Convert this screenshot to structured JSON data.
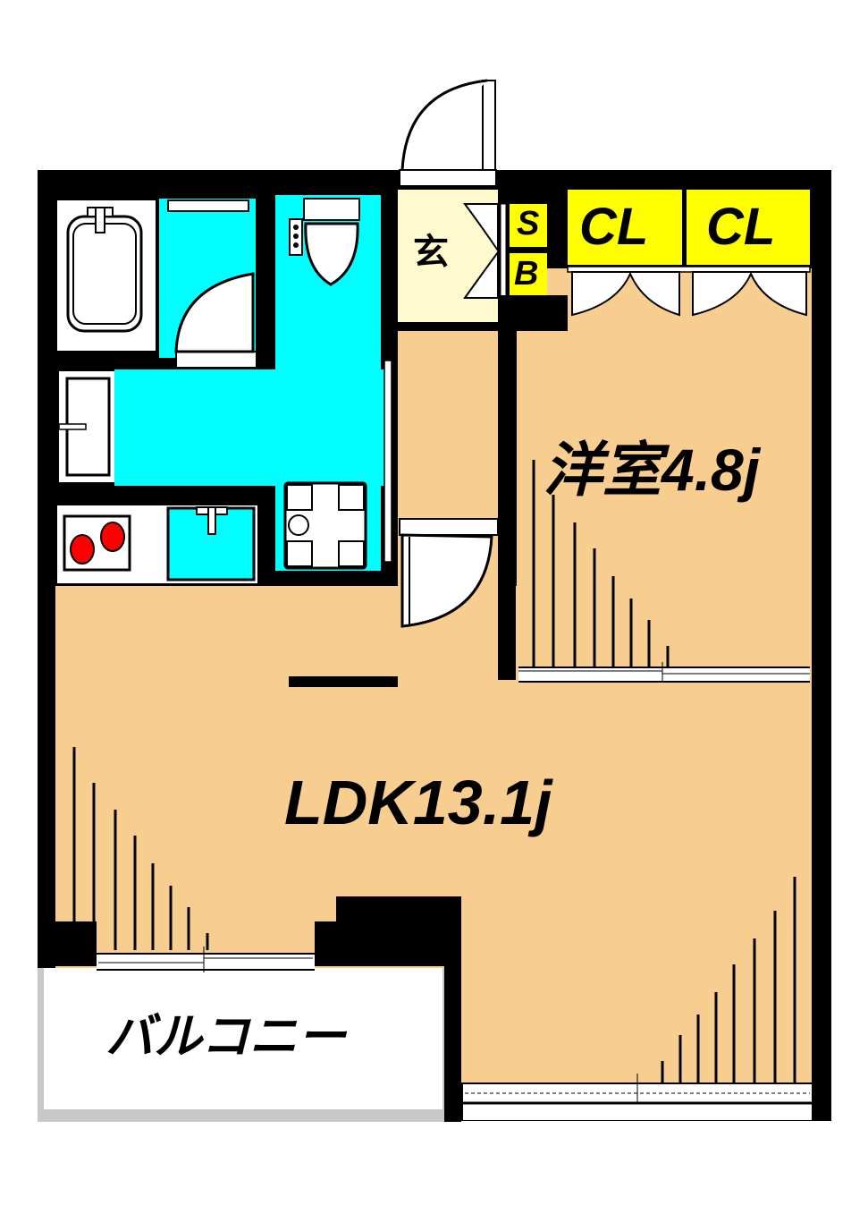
{
  "floor_plan": {
    "type": "apartment-1LDK",
    "colors": {
      "wall": "#000000",
      "living_floor": "#f8cd90",
      "wet_area": "#00ffff",
      "entrance": "#fffacd",
      "storage": "#ffff00",
      "balcony": "#ffffff",
      "stove_burner": "#ff0000",
      "balcony_edge": "#c8c8c8"
    },
    "rooms": {
      "ldk": {
        "label": "LDK13.1j"
      },
      "western_room": {
        "label": "洋室4.8j"
      },
      "entrance": {
        "label": "玄"
      },
      "shoe_box": {
        "label_top": "S",
        "label_bottom": "B"
      },
      "closet_1": {
        "label": "CL"
      },
      "closet_2": {
        "label": "CL"
      },
      "balcony": {
        "label": "バルコニー"
      }
    }
  }
}
